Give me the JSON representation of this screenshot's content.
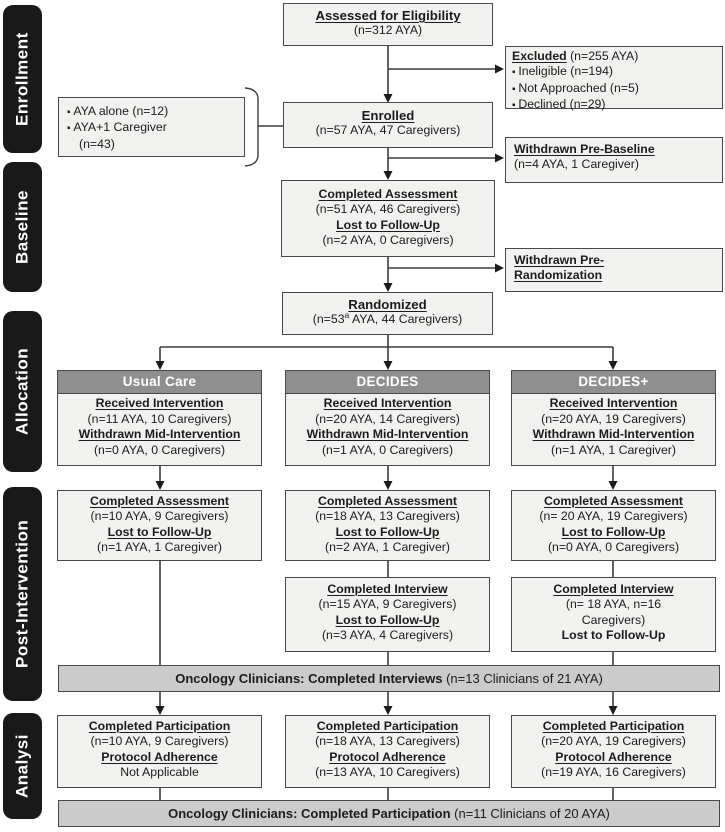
{
  "figure": {
    "sidebar": [
      {
        "label": "Enrollment"
      },
      {
        "label": "Baseline"
      },
      {
        "label": "Allocation"
      },
      {
        "label": "Post-Intervention"
      },
      {
        "label": "Analysi"
      }
    ],
    "enrollment": {
      "assessed": {
        "heading": "Assessed for Eligibility",
        "value": "(n=312 AYA)"
      },
      "excluded": {
        "heading": "Excluded",
        "heading_suffix": " (n=255 AYA)",
        "items": [
          "Ineligible (n=194)",
          "Not Approached (n=5)",
          "Declined (n=29)"
        ]
      },
      "composition": {
        "items": [
          "AYA alone (n=12)",
          "AYA+1 Caregiver\n(n=43)"
        ]
      },
      "enrolled": {
        "heading": "Enrolled",
        "value": "(n=57 AYA, 47 Caregivers)"
      },
      "withdrawn_pre_baseline": {
        "heading": "Withdrawn Pre-Baseline",
        "value": "(n=4 AYA, 1 Caregiver)"
      }
    },
    "baseline": {
      "assessment": {
        "heading1": "Completed Assessment",
        "value1": "(n=51 AYA, 46 Caregivers)",
        "heading2": "Lost to Follow-Up",
        "value2": "(n=2 AYA, 0 Caregivers)"
      },
      "withdrawn_pre_randomization": {
        "heading_line1": "Withdrawn Pre-",
        "heading_line2": "Randomization"
      },
      "randomized": {
        "heading": "Randomized",
        "value_pre": "(n=53",
        "value_sup": "a",
        "value_post": " AYA, 44 Caregivers)"
      }
    },
    "arms": [
      {
        "name": "Usual Care",
        "allocation": {
          "heading1": "Received Intervention",
          "value1": "(n=11 AYA, 10 Caregivers)",
          "heading2": "Withdrawn Mid-Intervention",
          "value2": "(n=0 AYA, 0 Caregivers)"
        },
        "post_intervention": {
          "heading1": "Completed Assessment",
          "value1": "(n=10 AYA, 9 Caregivers)",
          "heading2": "Lost to Follow-Up",
          "value2": "(n=1 AYA, 1 Caregiver)"
        },
        "analysis": {
          "heading1": "Completed Participation",
          "value1": "(n=10 AYA, 9 Caregivers)",
          "heading2": "Protocol Adherence",
          "value2": "Not Applicable"
        }
      },
      {
        "name": "DECIDES",
        "allocation": {
          "heading1": "Received Intervention",
          "value1": "(n=20 AYA, 14 Caregivers)",
          "heading2": "Withdrawn Mid-Intervention",
          "value2": "(n=1 AYA, 0 Caregivers)"
        },
        "post_intervention": {
          "heading1": "Completed Assessment",
          "value1": "(n=18 AYA, 13 Caregivers)",
          "heading2": "Lost to Follow-Up",
          "value2": "(n=2 AYA, 1 Caregiver)"
        },
        "interview": {
          "heading1": "Completed Interview",
          "value1": "(n=15 AYA, 9 Caregivers)",
          "heading2": "Lost to Follow-Up",
          "value2": "(n=3 AYA, 4 Caregivers)"
        },
        "analysis": {
          "heading1": "Completed Participation",
          "value1": "(n=18 AYA, 13 Caregivers)",
          "heading2": "Protocol Adherence",
          "value2": "(n=13 AYA, 10 Caregivers)"
        }
      },
      {
        "name": "DECIDES+",
        "allocation": {
          "heading1": "Received Intervention",
          "value1": "(n=20 AYA, 19 Caregivers)",
          "heading2": "Withdrawn Mid-Intervention",
          "value2": "(n=1 AYA, 1 Caregiver)"
        },
        "post_intervention": {
          "heading1": "Completed Assessment",
          "value1": "(n= 20 AYA, 19 Caregivers)",
          "heading2": "Lost to Follow-Up",
          "value2": "(n=0 AYA, 0 Caregivers)"
        },
        "interview": {
          "heading1": "Completed Interview",
          "value1": "(n= 18 AYA, n=16",
          "value1_line2": "Caregivers)",
          "heading2": "Lost to Follow-Up"
        },
        "analysis": {
          "heading1": "Completed Participation",
          "value1": "(n=20 AYA, 19 Caregivers)",
          "heading2": "Protocol Adherence",
          "value2": "(n=19 AYA, 16 Caregivers)"
        }
      }
    ],
    "clinician_bars": {
      "interviews": {
        "bold": "Oncology Clinicians: Completed Interviews",
        "rest": " (n=13 Clinicians of 21 AYA)"
      },
      "participation": {
        "bold": "Oncology Clinicians: Completed Participation",
        "rest": " (n=11 Clinicians of 20 AYA)"
      }
    },
    "colors": {
      "box_fill": "#f1f1ef",
      "arm_header_fill": "#8f8f8f",
      "bar_fill": "#cccbcb",
      "sidebar_fill": "#191919",
      "border": "#484848"
    }
  }
}
